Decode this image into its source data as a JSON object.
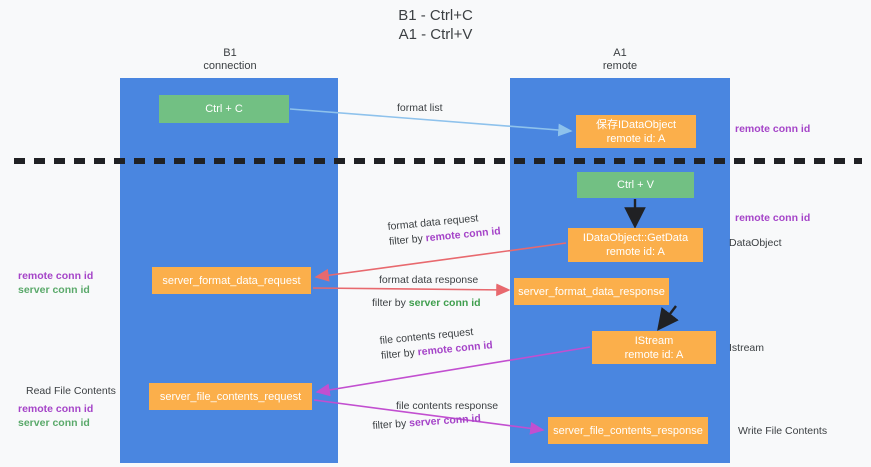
{
  "diagram": {
    "title": "B1 - Ctrl+C\nA1 - Ctrl+V",
    "lanes": [
      {
        "key": "b1",
        "label": "B1\nconnection"
      },
      {
        "key": "a1",
        "label": "A1\nremote"
      }
    ],
    "nodes": {
      "ctrl_c": "Ctrl + C",
      "save_idataobject": "保存IDataObject\nremote id: A",
      "ctrl_v": "Ctrl + V",
      "getdata": "IDataObject::GetData\nremote id: A",
      "server_format_data_request": "server_format_data_request",
      "server_format_data_response": "server_format_data_response",
      "istream": "IStream\nremote id: A",
      "server_file_contents_request": "server_file_contents_request",
      "server_file_contents_response": "server_file_contents_response"
    },
    "edges": {
      "format_list": "format list",
      "format_data_request": "format data request",
      "format_data_request_filter_prefix": "filter by ",
      "format_data_request_filter_key": "remote conn id",
      "format_data_response": "format data response",
      "format_data_response_filter_prefix": "filter by ",
      "format_data_response_filter_key": "server conn id",
      "file_contents_request": "file contents request",
      "file_contents_request_filter_prefix": "filter by ",
      "file_contents_request_filter_key": "remote conn id",
      "file_contents_response": "file contents response",
      "file_contents_response_filter_prefix": "filter by ",
      "file_contents_response_filter_key": "server conn id"
    },
    "annotations": {
      "remote_conn_id_top": "remote conn id",
      "remote_conn_id_mid": "remote conn id",
      "dataobject": "DataObject",
      "istream": "Istream",
      "write_file_contents": "Write File Contents",
      "read_file_contents": "Read File Contents",
      "left_remote_conn_id": "remote conn id",
      "left_server_conn_id": "server conn id",
      "left_remote_conn_id_2": "remote conn id",
      "left_server_conn_id_2": "server conn id"
    },
    "colors": {
      "lane": "#4a86e0",
      "node_green": "#72c083",
      "node_orange": "#fbaf4b",
      "accent_purple": "#a544c8",
      "accent_green": "#3f9e4d",
      "arrow_blue": "#9ec9ee",
      "arrow_red": "#e8696e",
      "arrow_magenta": "#c24fd0",
      "arrow_black": "#202124",
      "background": "#f8f9fa"
    }
  }
}
